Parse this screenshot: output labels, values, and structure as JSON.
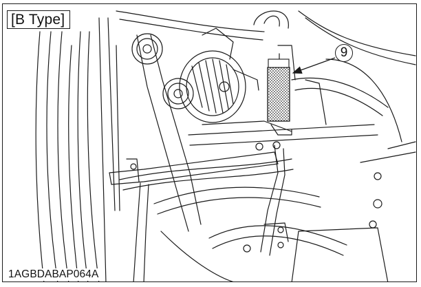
{
  "figure": {
    "type_label": "[B Type]",
    "figure_code": "1AGBDABAP064A",
    "callout_number": "9"
  },
  "colors": {
    "line": "#1a1a1a",
    "background": "#ffffff",
    "highlight_fill": "#c8c8c8"
  },
  "icons": {
    "callout_marker": "circled-number"
  }
}
